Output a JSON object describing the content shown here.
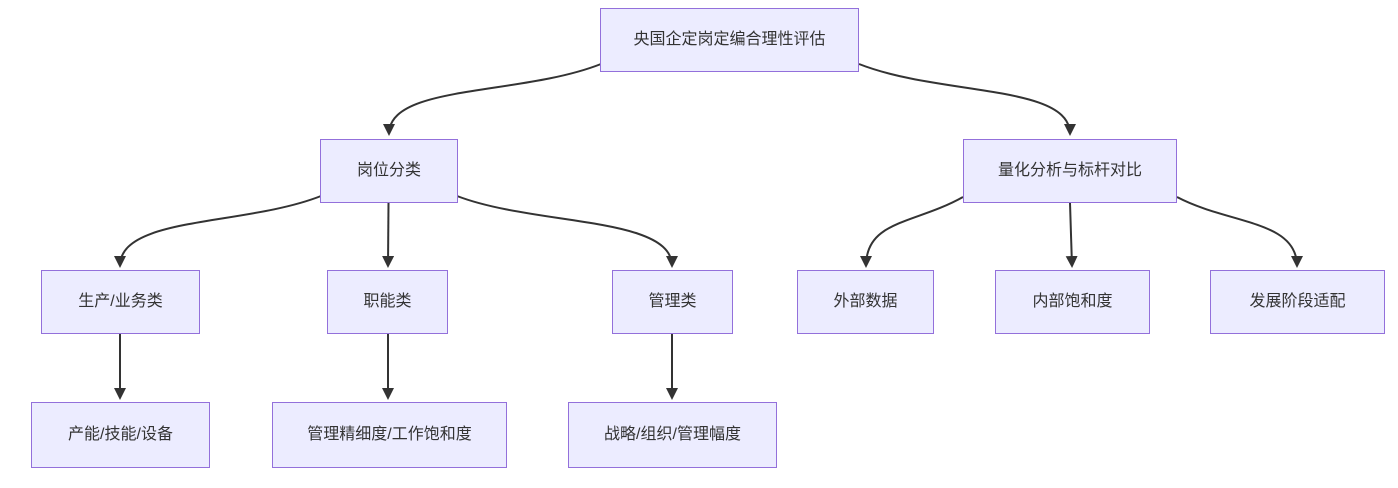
{
  "diagram": {
    "type": "flowchart",
    "direction": "top-down",
    "colors": {
      "node_fill": "#ECECFF",
      "node_border": "#9370DB",
      "edge_stroke": "#333333",
      "text": "#333333",
      "background": "#ffffff"
    },
    "nodes": {
      "root": {
        "label": "央国企定岗定编合理性评估"
      },
      "classification": {
        "label": "岗位分类"
      },
      "quant": {
        "label": "量化分析与标杆对比"
      },
      "production": {
        "label": "生产/业务类"
      },
      "functional": {
        "label": "职能类"
      },
      "management": {
        "label": "管理类"
      },
      "external": {
        "label": "外部数据"
      },
      "internal": {
        "label": "内部饱和度"
      },
      "stage": {
        "label": "发展阶段适配"
      },
      "capacity": {
        "label": "产能/技能/设备"
      },
      "granularity": {
        "label": "管理精细度/工作饱和度"
      },
      "strategy": {
        "label": "战略/组织/管理幅度"
      }
    },
    "edges": [
      {
        "from": "root",
        "to": "classification"
      },
      {
        "from": "root",
        "to": "quant"
      },
      {
        "from": "classification",
        "to": "production"
      },
      {
        "from": "classification",
        "to": "functional"
      },
      {
        "from": "classification",
        "to": "management"
      },
      {
        "from": "quant",
        "to": "external"
      },
      {
        "from": "quant",
        "to": "internal"
      },
      {
        "from": "quant",
        "to": "stage"
      },
      {
        "from": "production",
        "to": "capacity"
      },
      {
        "from": "functional",
        "to": "granularity"
      },
      {
        "from": "management",
        "to": "strategy"
      }
    ]
  }
}
